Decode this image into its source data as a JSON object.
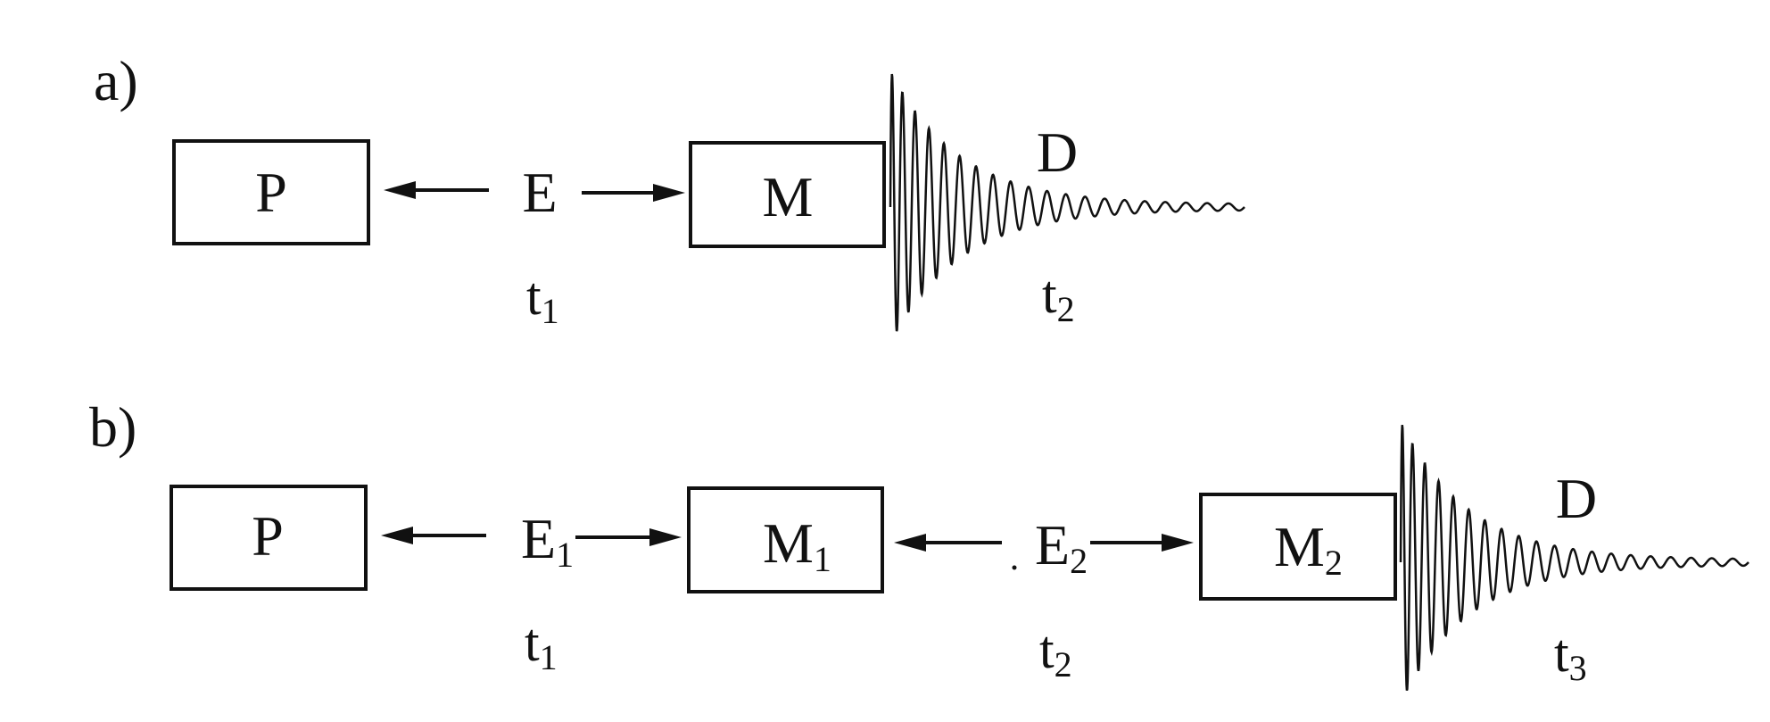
{
  "panel_a": {
    "label": "a)",
    "box_p": "P",
    "emitter": "E",
    "box_m": "M",
    "time_1": {
      "base": "t",
      "sub": "1"
    },
    "detector": "D",
    "time_2": {
      "base": "t",
      "sub": "2"
    }
  },
  "panel_b": {
    "label": "b)",
    "box_p": "P",
    "emitter_1": {
      "base": "E",
      "sub": "1"
    },
    "box_m1": {
      "base": "M",
      "sub": "1"
    },
    "emitter_2": {
      "base": "E",
      "sub": "2"
    },
    "box_m2": {
      "base": "M",
      "sub": "2"
    },
    "time_1": {
      "base": "t",
      "sub": "1"
    },
    "time_2": {
      "base": "t",
      "sub": "2"
    },
    "detector": "D",
    "time_3": {
      "base": "t",
      "sub": "3"
    }
  }
}
